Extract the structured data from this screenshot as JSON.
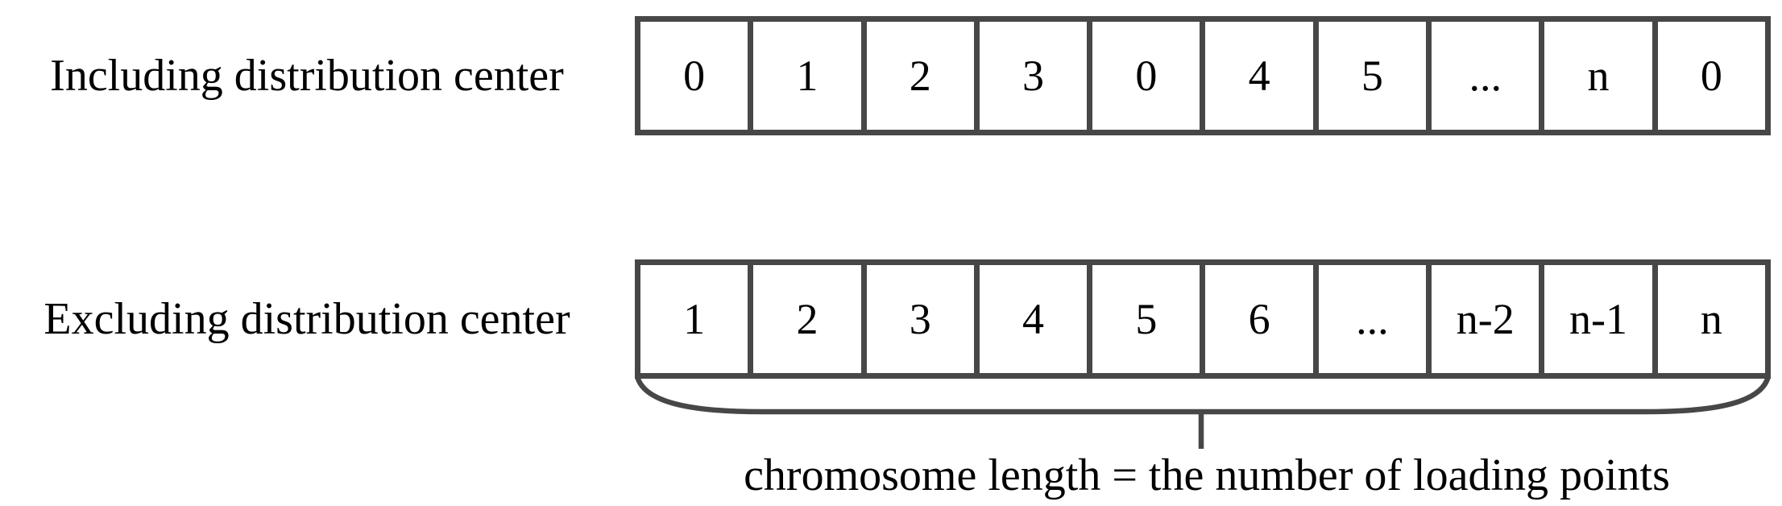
{
  "diagram": {
    "rows": [
      {
        "label": "Including distribution center",
        "cells": [
          "0",
          "1",
          "2",
          "3",
          "0",
          "4",
          "5",
          "...",
          "n",
          "0"
        ]
      },
      {
        "label": "Excluding distribution center",
        "cells": [
          "1",
          "2",
          "3",
          "4",
          "5",
          "6",
          "...",
          "n-2",
          "n-1",
          "n"
        ]
      }
    ],
    "caption": "chromosome length = the number of loading points",
    "colors": {
      "line": "#474747",
      "text": "#000000",
      "background": "#ffffff"
    }
  }
}
